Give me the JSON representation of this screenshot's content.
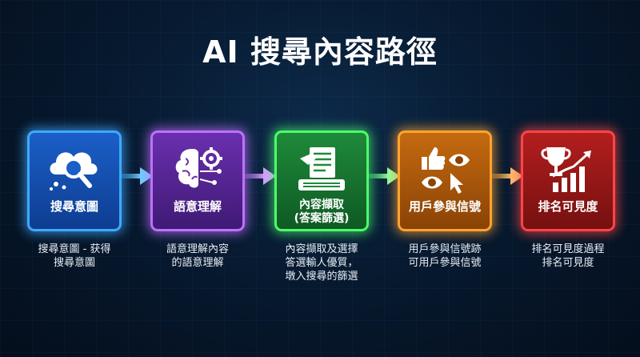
{
  "title": "AI 搜尋內容路徑",
  "steps": [
    {
      "icon": "cloud-search-icon",
      "label": "搜尋意圖",
      "description": [
        "搜尋意圖 - 获得",
        "搜尋意圖"
      ],
      "color": "#3fa9ff"
    },
    {
      "icon": "brain-gear-icon",
      "label": "語意理解",
      "description": [
        "語意理解內容",
        "的語意理解"
      ],
      "color": "#c070ff"
    },
    {
      "icon": "document-hand-icon",
      "label": [
        "內容擷取",
        "(答案篩選)"
      ],
      "description": [
        "內容擷取及選擇",
        "答選輸人優質，",
        "墩入搜尋的篩選"
      ],
      "color": "#4cff6a"
    },
    {
      "icon": "thumbs-up-eye-icon",
      "label": "用戶參與信號",
      "description": [
        "用戶參與信號跡",
        "可用戶參與信號"
      ],
      "color": "#ffa330"
    },
    {
      "icon": "trophy-chart-icon",
      "label": "排名可見度",
      "description": [
        "排名可見度過程",
        "排名可見度"
      ],
      "color": "#ff4545"
    }
  ],
  "arrow_icon": "right-arrow-icon"
}
